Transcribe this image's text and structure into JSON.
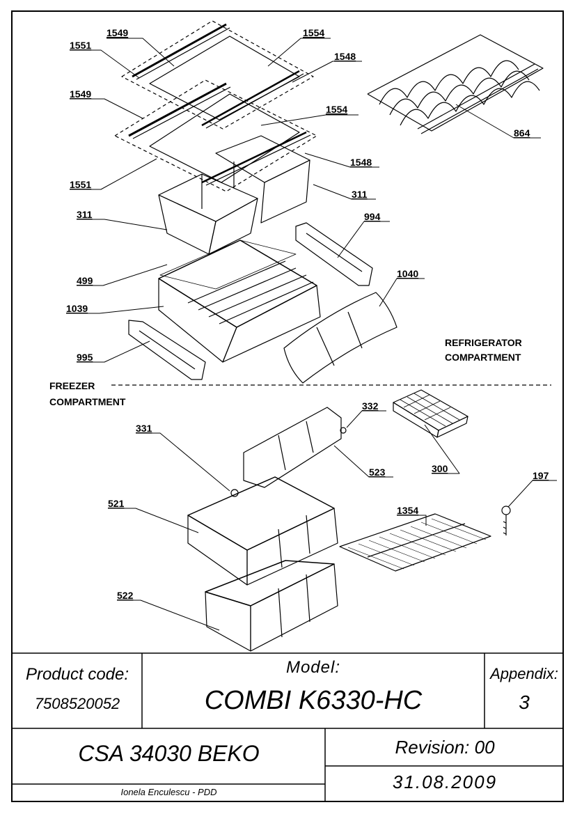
{
  "parts": [
    {
      "id": "p1549a",
      "label": "1549"
    },
    {
      "id": "p1554a",
      "label": "1554"
    },
    {
      "id": "p1551a",
      "label": "1551"
    },
    {
      "id": "p1548a",
      "label": "1548"
    },
    {
      "id": "p1549b",
      "label": "1549"
    },
    {
      "id": "p1554b",
      "label": "1554"
    },
    {
      "id": "p864",
      "label": "864"
    },
    {
      "id": "p1548b",
      "label": "1548"
    },
    {
      "id": "p1551b",
      "label": "1551"
    },
    {
      "id": "p311a",
      "label": "311"
    },
    {
      "id": "p311b",
      "label": "311"
    },
    {
      "id": "p994",
      "label": "994"
    },
    {
      "id": "p499",
      "label": "499"
    },
    {
      "id": "p1040",
      "label": "1040"
    },
    {
      "id": "p1039",
      "label": "1039"
    },
    {
      "id": "p995",
      "label": "995"
    },
    {
      "id": "p332",
      "label": "332"
    },
    {
      "id": "p331",
      "label": "331"
    },
    {
      "id": "p523",
      "label": "523"
    },
    {
      "id": "p300",
      "label": "300"
    },
    {
      "id": "p197",
      "label": "197"
    },
    {
      "id": "p521",
      "label": "521"
    },
    {
      "id": "p1354",
      "label": "1354"
    },
    {
      "id": "p522",
      "label": "522"
    }
  ],
  "sections": {
    "refrigerator_line1": "REFRIGERATOR",
    "refrigerator_line2": "COMPARTMENT",
    "freezer_line1": "FREEZER",
    "freezer_line2": "COMPARTMENT"
  },
  "title_block": {
    "product_code_label": "Product code:",
    "product_code_value": "7508520052",
    "model_label": "Model:",
    "model_value": "COMBI K6330-HC",
    "appendix_label": "Appendix:",
    "appendix_value": "3",
    "csa": "CSA 34030 BEKO",
    "revision": "Revision: 00",
    "author": "Ionela Enculescu - PDD",
    "date": "31.08.2009"
  }
}
